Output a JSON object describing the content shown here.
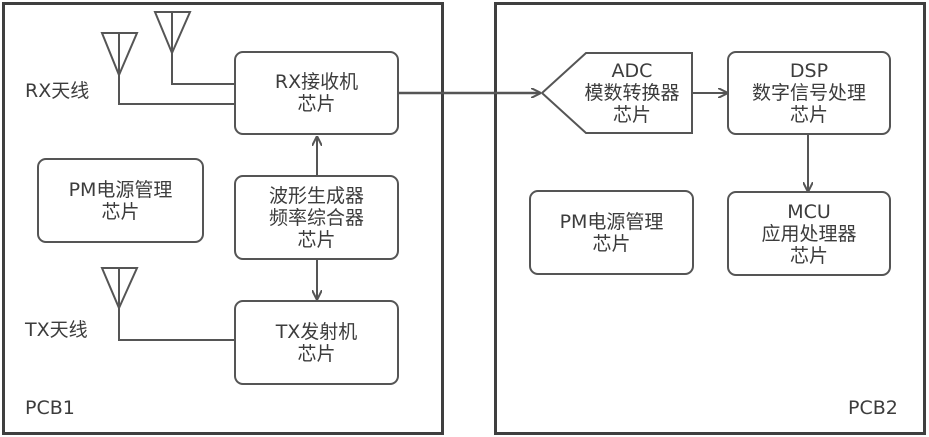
{
  "pcb1": {
    "label": "PCB1",
    "rx_antenna_label": "RX天线",
    "tx_antenna_label": "TX天线",
    "rx_chip": {
      "line1": "RX接收机",
      "line2": "芯片"
    },
    "pm_chip": {
      "line1": "PM电源管理",
      "line2": "芯片"
    },
    "synth_chip": {
      "line1": "波形生成器",
      "line2": "频率综合器",
      "line3": "芯片"
    },
    "tx_chip": {
      "line1": "TX发射机",
      "line2": "芯片"
    }
  },
  "pcb2": {
    "label": "PCB2",
    "adc_chip": {
      "line1": "ADC",
      "line2": "模数转换器",
      "line3": "芯片"
    },
    "dsp_chip": {
      "line1": "DSP",
      "line2": "数字信号处理",
      "line3": "芯片"
    },
    "pm_chip": {
      "line1": "PM电源管理",
      "line2": "芯片"
    },
    "mcu_chip": {
      "line1": "MCU",
      "line2": "应用处理器",
      "line3": "芯片"
    }
  },
  "colors": {
    "border": "#3f3f3f",
    "line": "#555555",
    "text": "#3c3c3c"
  }
}
